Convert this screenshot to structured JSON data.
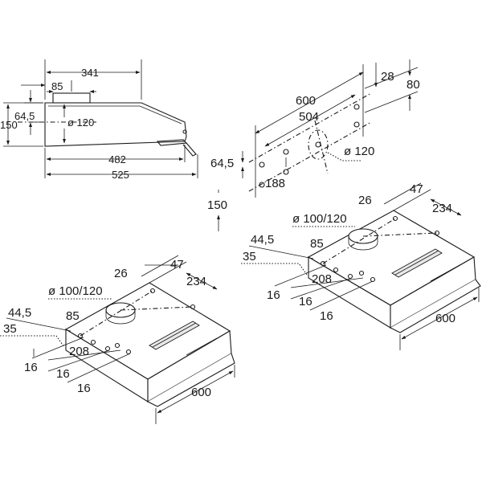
{
  "side_view": {
    "depth_top": "341",
    "collar_width": "85",
    "collar_height": "64,5",
    "total_height": "150",
    "collar_diameter": "ø 120",
    "body_depth": "482",
    "total_depth": "525"
  },
  "wall_mount": {
    "width": "600",
    "hole_spacing": "504",
    "top_offset": "28",
    "top_gap": "80",
    "hole_top": "64,5",
    "outlet_diameter": "ø 120",
    "hole_vertical": "188",
    "bottom_height": "150"
  },
  "hood_left": {
    "d26": "26",
    "d47": "47",
    "d234": "234",
    "collar": "ø 100/120",
    "d44_5": "44,5",
    "d85": "85",
    "d35": "35",
    "d208": "208",
    "d16a": "16",
    "d16b": "16",
    "d16c": "16",
    "width": "600"
  },
  "hood_right": {
    "d26": "26",
    "d47": "47",
    "d234": "234",
    "collar": "ø 100/120",
    "d44_5": "44,5",
    "d85": "85",
    "d35": "35",
    "d208": "208",
    "d16a": "16",
    "d16b": "16",
    "d16c": "16",
    "width": "600"
  }
}
